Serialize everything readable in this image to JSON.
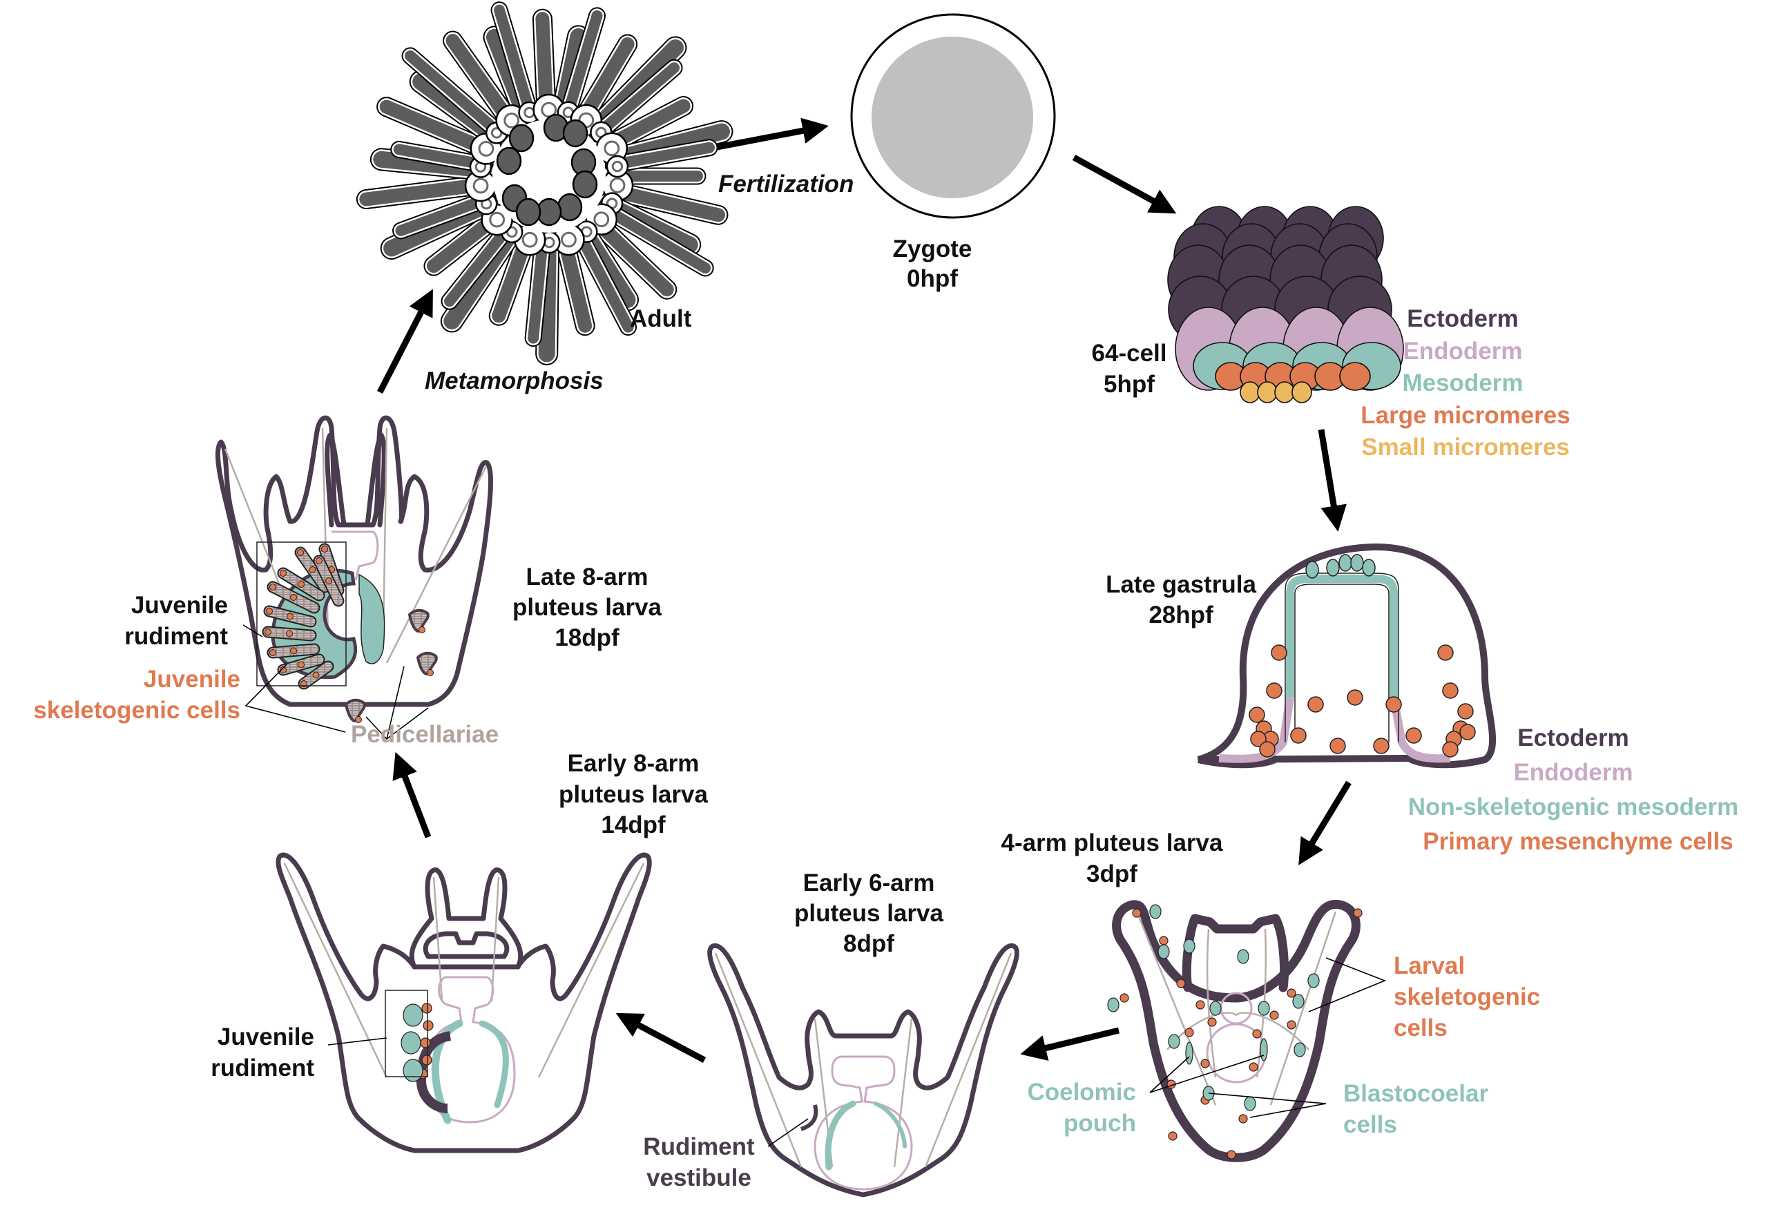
{
  "figure": {
    "title": "Sea urchin life cycle",
    "colors": {
      "ectoderm": "#4a3b4e",
      "endoderm": "#c9a9c4",
      "mesoderm": "#8fc3b9",
      "large_micromeres": "#e07a50",
      "small_micromeres": "#ebb860",
      "pedicellariae": "#b0a49f",
      "adult_spine": "#5e5c5c",
      "zygote_fill": "#c0c0c0"
    },
    "stages": {
      "adult": {
        "name": "Adult"
      },
      "zygote": {
        "name": "Zygote",
        "time": "0hpf"
      },
      "cell64": {
        "name": "64-cell",
        "time": "5hpf"
      },
      "gastrula": {
        "name": "Late gastrula",
        "time": "28hpf"
      },
      "arm4": {
        "name": "4-arm pluteus larva",
        "time": "3dpf"
      },
      "arm6": {
        "name_line1": "Early 6-arm",
        "name_line2": "pluteus larva",
        "time": "8dpf"
      },
      "arm8_early": {
        "name_line1": "Early 8-arm",
        "name_line2": "pluteus larva",
        "time": "14dpf"
      },
      "arm8_late": {
        "name_line1": "Late 8-arm",
        "name_line2": "pluteus larva",
        "time": "18dpf"
      }
    },
    "transitions": {
      "fertilization": "Fertilization",
      "metamorphosis": "Metamorphosis"
    },
    "legend_64cell": [
      "Ectoderm",
      "Endoderm",
      "Mesoderm",
      "Large micromeres",
      "Small micromeres"
    ],
    "legend_gastrula": [
      "Ectoderm",
      "Endoderm",
      "Non-skeletogenic mesoderm",
      "Primary mesenchyme cells"
    ],
    "annotations": {
      "larval_skeletogenic": [
        "Larval",
        "skeletogenic",
        "cells"
      ],
      "blastocoelar": [
        "Blastocoelar",
        "cells"
      ],
      "coelomic": [
        "Coelomic",
        "pouch"
      ],
      "rudiment_vestibule": [
        "Rudiment",
        "vestibule"
      ],
      "juvenile_rudiment_early": [
        "Juvenile",
        "rudiment"
      ],
      "juvenile_rudiment_late": [
        "Juvenile",
        "rudiment"
      ],
      "juvenile_skeletogenic": [
        "Juvenile",
        "skeletogenic cells"
      ],
      "pedicellariae": "Pedicellariae"
    }
  }
}
